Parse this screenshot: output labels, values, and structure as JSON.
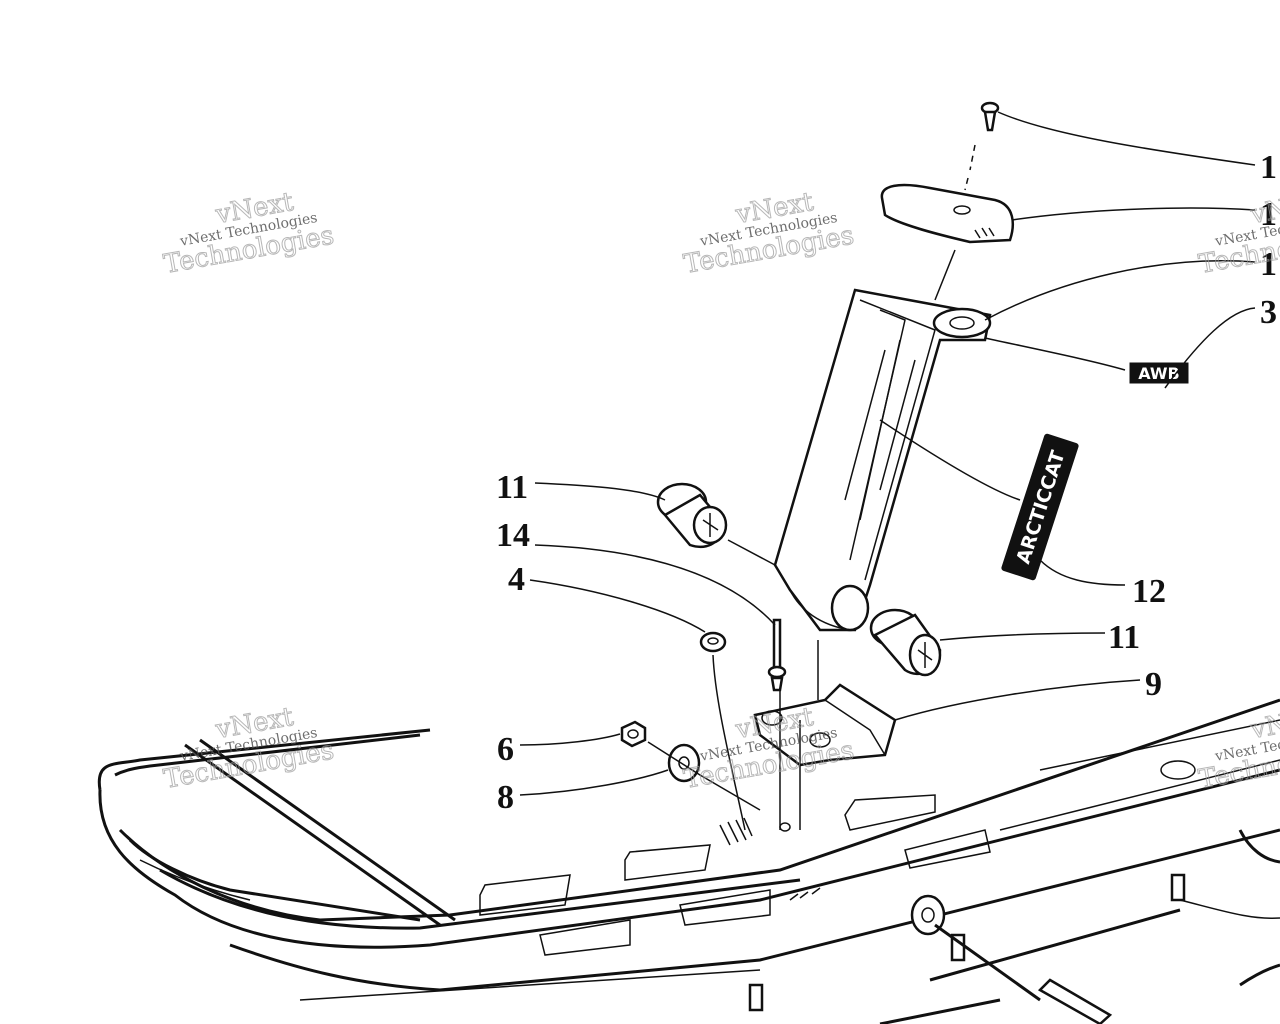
{
  "callouts": {
    "c1": "1",
    "c2": "1",
    "c3": "1",
    "c4": "3",
    "c11a": "11",
    "c14": "14",
    "c4b": "4",
    "c12": "12",
    "c11b": "11",
    "c9": "9",
    "c6": "6",
    "c8": "8"
  },
  "decals": {
    "awb": "AWB",
    "arcticcat": "ARCTICCAT"
  },
  "watermark": {
    "line1": "vNext Technologies",
    "line2": "vNext",
    "line3": "Technologies"
  }
}
